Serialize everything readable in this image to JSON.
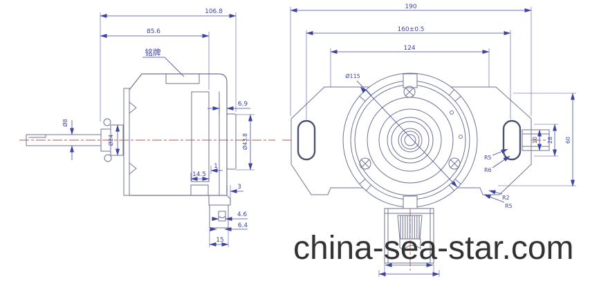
{
  "watermark": {
    "text": "china-sea-star.com",
    "color": "#333333"
  },
  "colors": {
    "geometry_line": "#6d7292",
    "dimension_line": "#3c43a0",
    "centerline": "#b35454",
    "background": "#ffffff"
  },
  "left_view": {
    "name": "motor side view",
    "dims": {
      "overall_depth": "106.8",
      "body_depth": "85.6",
      "nameplate_label": "铭牌",
      "end_gap": "6.9",
      "shaft_diameter": "Ø8",
      "hub_diameter": "Ø24",
      "boss_diameter": "Ø43.8",
      "vent_depth": "14.5",
      "step_one": "1",
      "foot_step": "3",
      "hole_width": "4.6",
      "hole_pitch": "6.4",
      "foot_width": "15"
    }
  },
  "front_view": {
    "name": "motor front view",
    "dims": {
      "overall_width": "190",
      "mounting_pitch": "160±0.5",
      "inner_width": "124",
      "flange_diameter": "Ø115",
      "slot_radius": "R5",
      "slot_radius2": "R6",
      "corner_radius": "R2",
      "corner_radius2": "R5",
      "tab_width": "10",
      "tab_height": "28",
      "ear_height": "60"
    }
  }
}
